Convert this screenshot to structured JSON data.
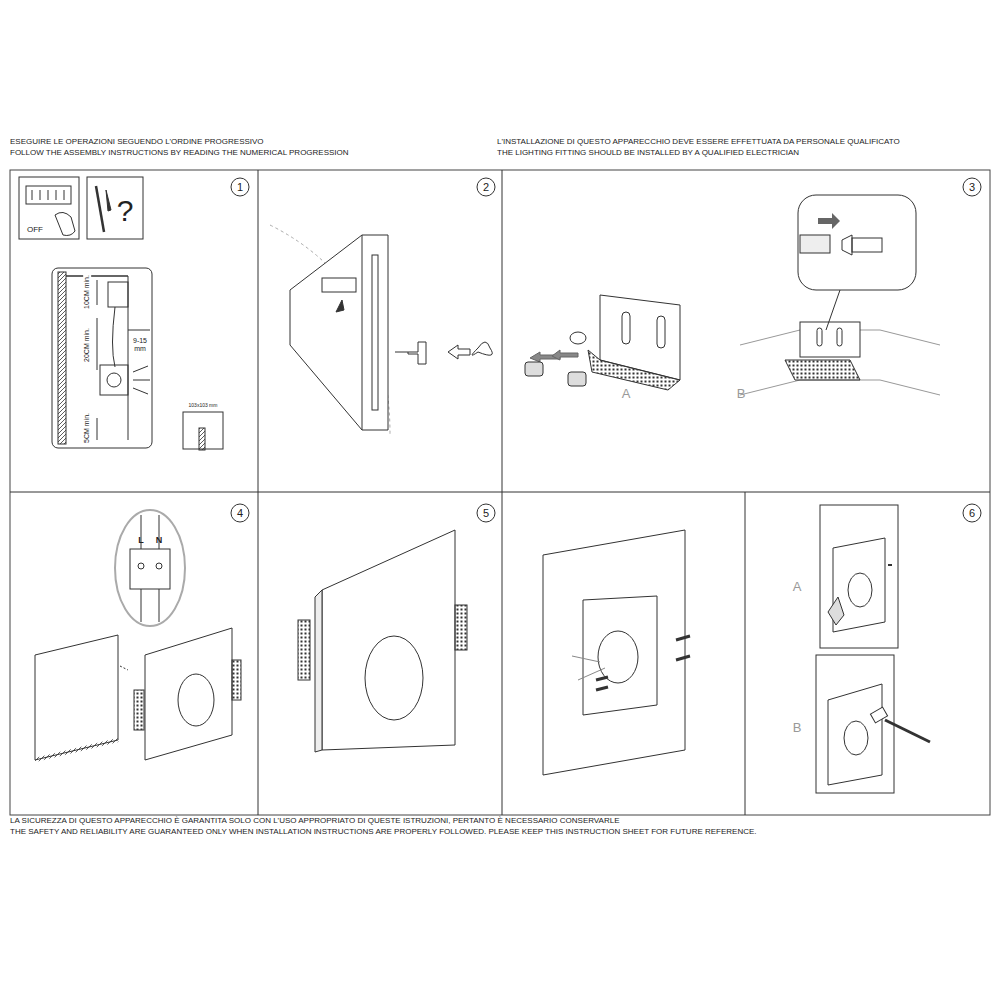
{
  "diagram": {
    "labels": [
      "ESEGUIRE LE OPERAZIONI SEGUENDO L'ORDINE PROGRESSIVO",
      "FOLLOW THE ASSEMBLY INSTRUCTIONS BY READING THE NUMERICAL PROGRESSION",
      "L'INSTALLAZIONE DI QUESTO APPARECCHIO DEVE ESSERE EFFETTUATA DA PERSONALE QUALIFICATO",
      "THE LIGHTING FITTING SHOULD BE INSTALLED BY A QUALIFIED ELECTRICIAN",
      "1",
      "2",
      "3",
      "4",
      "5",
      "6",
      "OFF",
      "?",
      "10CM min.",
      "20CM min.",
      "9-15 mm",
      "5CM min.",
      "103x103 mm",
      "A",
      "B",
      "L",
      "N",
      "A",
      "B",
      "LA SICUREZZA DI QUESTO APPARECCHIO È GARANTITA SOLO CON L'USO APPROPRIATO DI QUESTE ISTRUZIONI, PERTANTO È NECESSARIO CONSERVARLE",
      "THE SAFETY AND RELIABILITY ARE GUARANTEED ONLY WHEN INSTALLATION INSTRUCTIONS ARE PROPERLY FOLLOWED. PLEASE KEEP THIS INSTRUCTION SHEET FOR FUTURE REFERENCE."
    ]
  }
}
